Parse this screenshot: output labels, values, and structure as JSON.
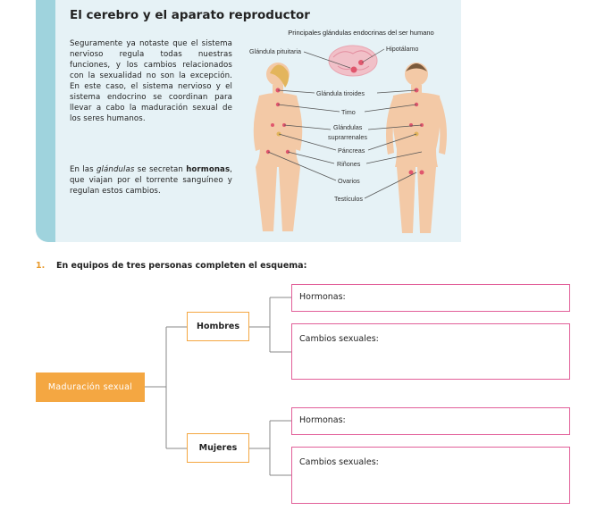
{
  "lesson": {
    "title": "El cerebro y el aparato reproductor",
    "paragraph1": "Seguramente ya notaste que el sistema nervioso regula todas nuestras funciones, y los cambios relacionados con la sexualidad no son la excepción. En este caso, el sistema nervioso y el sistema endocrino se coordinan para llevar a cabo la maduración sexual de los seres humanos.",
    "paragraph2_a": "En las ",
    "paragraph2_b": "glándulas",
    "paragraph2_c": " se secretan ",
    "paragraph2_d": "hormonas",
    "paragraph2_e": ", que viajan por el torrente sanguíneo y regulan estos cambios."
  },
  "figure": {
    "title": "Principales glándulas endocrinas del ser humano",
    "labels": {
      "pituitaria": "Glándula pituitaria",
      "hipotalamo": "Hipotálamo",
      "tiroides": "Glándula tiroides",
      "timo": "Timo",
      "suprarrenales_1": "Glándulas",
      "suprarrenales_2": "suprarrenales",
      "pancreas": "Páncreas",
      "rinones": "Riñones",
      "ovarios": "Ovarios",
      "testiculos": "Testículos"
    },
    "colors": {
      "skin": "#f3c9a6",
      "gland": "#e0566d",
      "panel": "#e6f2f6",
      "brain": "#f1c0c8"
    }
  },
  "question": {
    "number": "1.",
    "text": "En equipos de tres personas completen el esquema:"
  },
  "scheme": {
    "root": "Maduración sexual",
    "branches": [
      {
        "label": "Hombres",
        "leaves": [
          "Hormonas:",
          "Cambios sexuales:"
        ]
      },
      {
        "label": "Mujeres",
        "leaves": [
          "Hormonas:",
          "Cambios sexuales:"
        ]
      }
    ],
    "colors": {
      "root": "#f4a742",
      "leaf_border": "#e25f99",
      "connector": "#8a8a8a"
    }
  }
}
